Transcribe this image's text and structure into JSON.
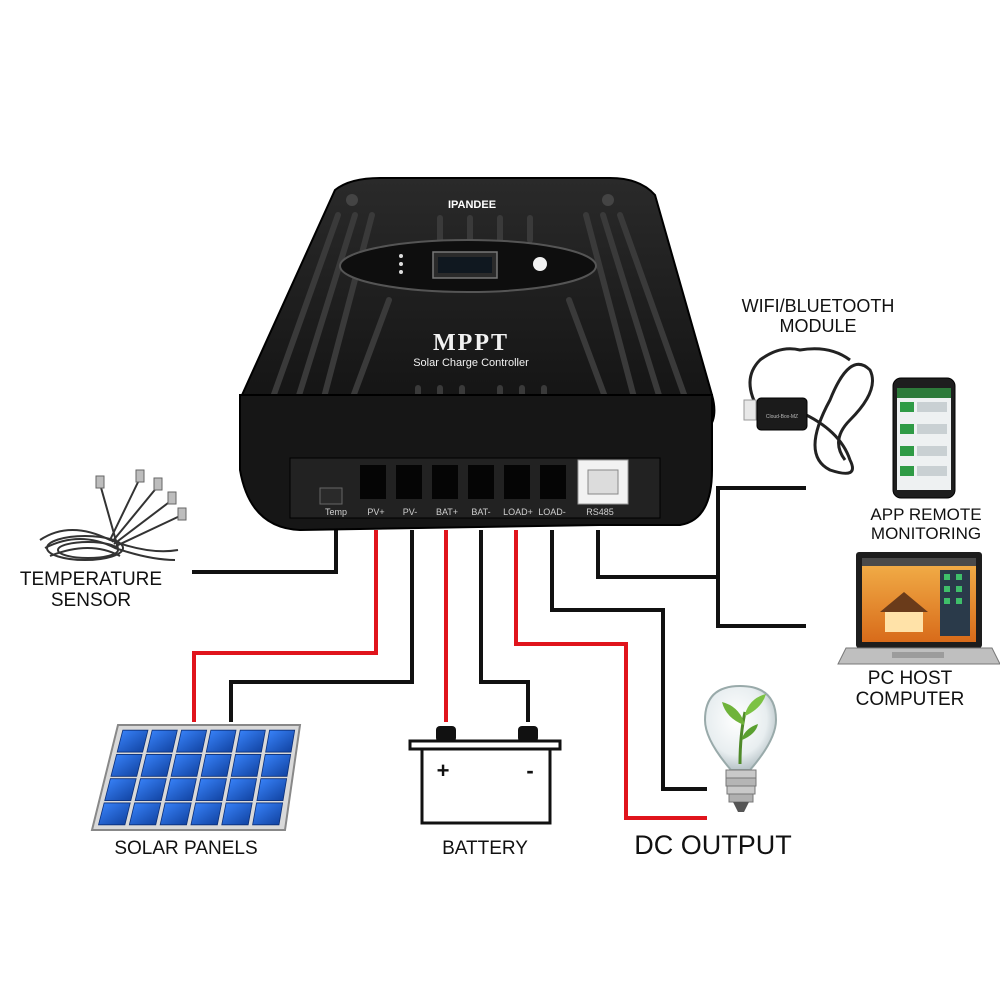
{
  "device": {
    "brand": "IPANDEE",
    "title": "MPPT",
    "subtitle": "Solar Charge Controller",
    "terminals": [
      "Temp",
      "PV+",
      "PV-",
      "BAT+",
      "BAT-",
      "LOAD+",
      "LOAD-",
      "RS485"
    ]
  },
  "labels": {
    "wifi_module": "WIFI/BLUETOOTH\nMODULE",
    "app_monitoring": "APP REMOTE\nMONITORING",
    "pc_host": "PC HOST\nCOMPUTER",
    "temperature_sensor": "TEMPERATURE\nSENSOR",
    "solar_panels": "SOLAR PANELS",
    "battery": "BATTERY",
    "dc_output": "DC OUTPUT"
  },
  "battery": {
    "plus": "+",
    "minus": "-"
  },
  "cloud_box": "Cloud-Box-MZ",
  "colors": {
    "positive_wire": "#e0141c",
    "negative_wire": "#111111",
    "device_body": "#1c1c1c",
    "solar_cell": "#1f5fd0"
  }
}
